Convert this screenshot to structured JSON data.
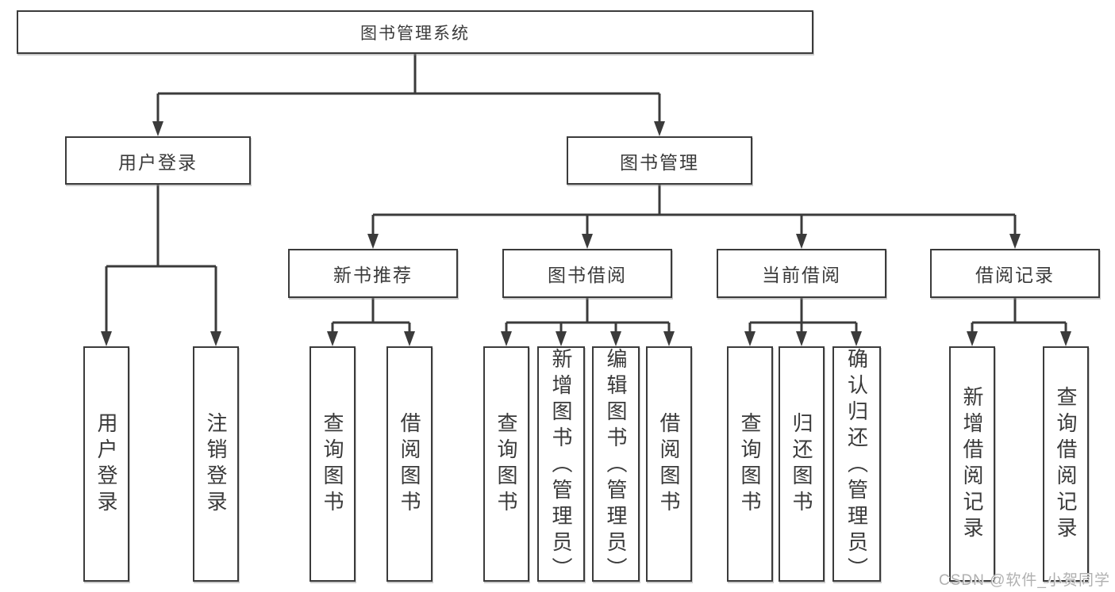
{
  "diagram_type": "functional-structure-tree",
  "colors": {
    "line": "#3b3b3b",
    "box_border": "#3b3b3b",
    "text": "#3a3a3a",
    "background": "#ffffff",
    "watermark": "#b0b0b0"
  },
  "watermark": {
    "text": "CSDN @软件_小贺同学"
  },
  "tree": {
    "root": {
      "label": "图书管理系统",
      "children": [
        {
          "label": "用户登录",
          "children": [
            {
              "label": "用户登录"
            },
            {
              "label": "注销登录"
            }
          ]
        },
        {
          "label": "图书管理",
          "children": [
            {
              "label": "新书推荐",
              "children": [
                {
                  "label": "查询图书"
                },
                {
                  "label": "借阅图书"
                }
              ]
            },
            {
              "label": "图书借阅",
              "children": [
                {
                  "label": "查询图书"
                },
                {
                  "label": "新增图书（管理员）"
                },
                {
                  "label": "编辑图书（管理员）"
                },
                {
                  "label": "借阅图书"
                }
              ]
            },
            {
              "label": "当前借阅",
              "children": [
                {
                  "label": "查询图书"
                },
                {
                  "label": "归还图书"
                },
                {
                  "label": "确认归还（管理员）"
                }
              ]
            },
            {
              "label": "借阅记录",
              "children": [
                {
                  "label": "新增借阅记录"
                },
                {
                  "label": "查询借阅记录"
                }
              ]
            }
          ]
        }
      ]
    }
  }
}
